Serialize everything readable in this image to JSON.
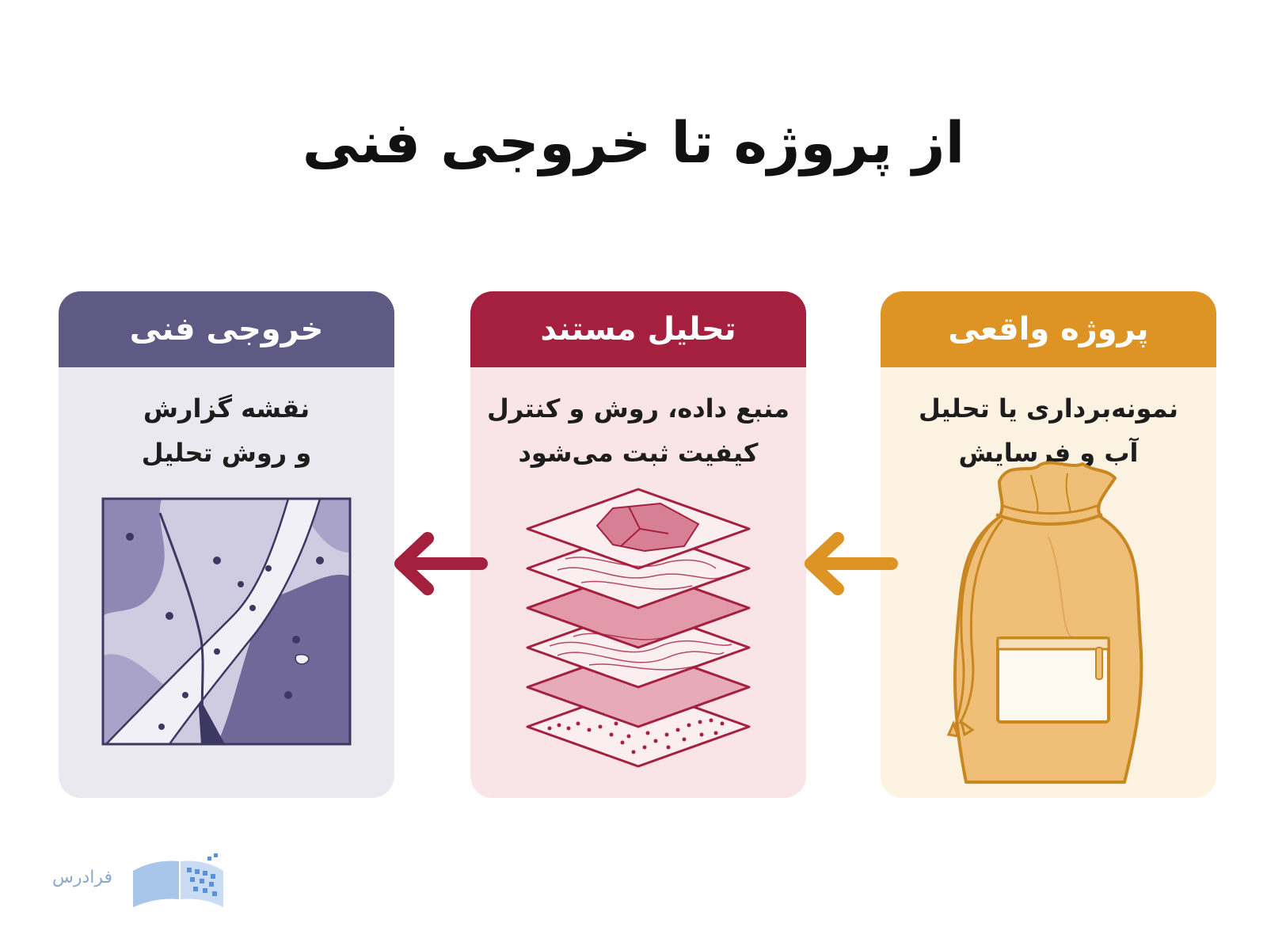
{
  "title": "از پروژه تا خروجی فنی",
  "cards": [
    {
      "heading": "پروژه واقعی",
      "lines": [
        "نمونه‌برداری یا تحلیل",
        "آب و فرسایش"
      ],
      "icon": "sample-bag-icon",
      "color": "#dd9425"
    },
    {
      "heading": "تحلیل مستند",
      "lines": [
        "منبع داده، روش و کنترل",
        "کیفیت ثبت می‌شود"
      ],
      "icon": "map-layers-icon",
      "color": "#a5203f"
    },
    {
      "heading": "خروجی فنی",
      "lines": [
        "نقشه گزارش",
        "و روش تحلیل"
      ],
      "icon": "geologic-map-icon",
      "color": "#5f5a84"
    }
  ],
  "brand": {
    "logo_text": "فرادرس",
    "icon": "open-book-icon"
  }
}
